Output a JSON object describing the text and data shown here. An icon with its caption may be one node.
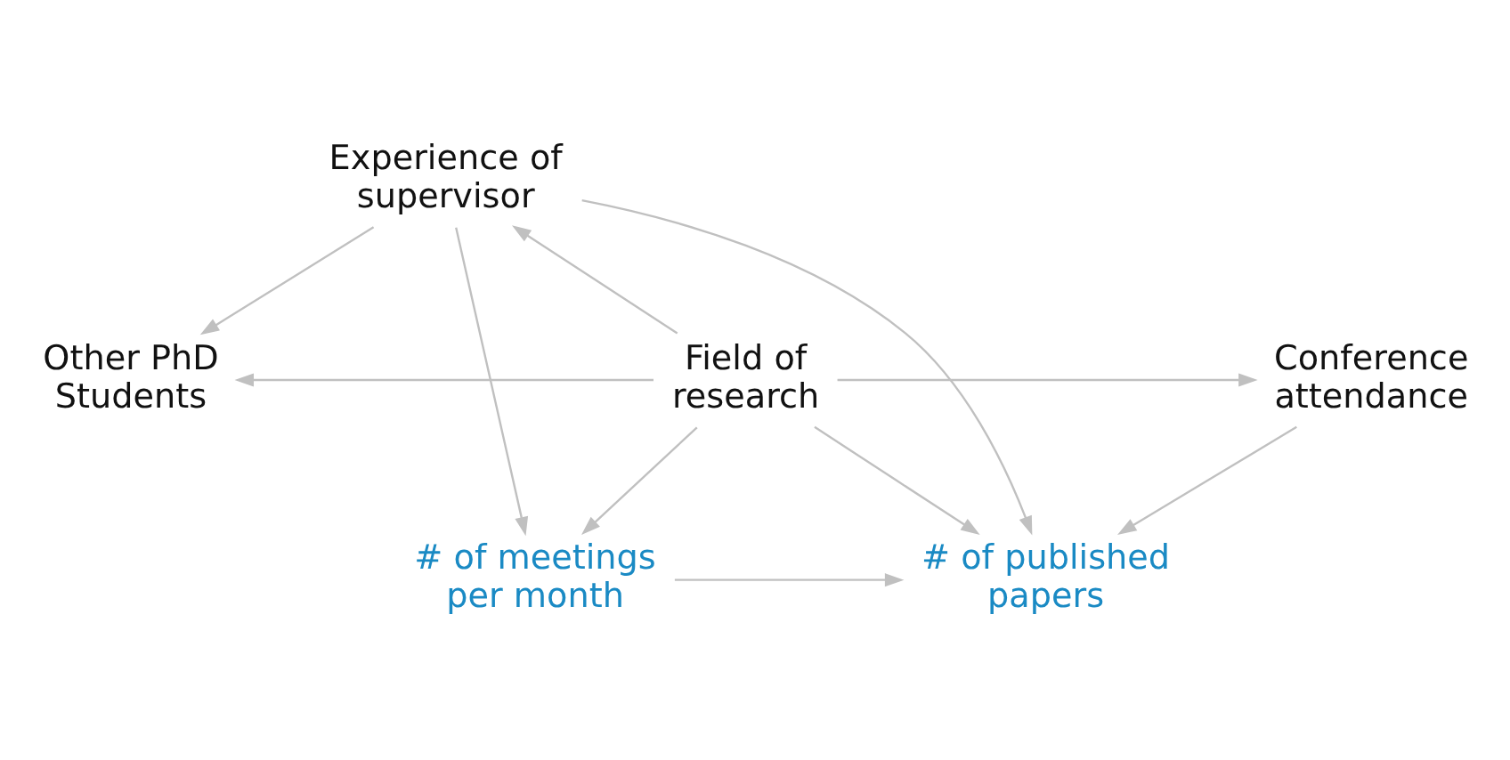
{
  "diagram": {
    "nodes": [
      {
        "text": [
          "Experience of supervisor"
        ]
      },
      {
        "text": [
          "Other PhD Students"
        ]
      },
      {
        "text": [
          "Conference attendance"
        ]
      },
      {
        "text": [
          "Field of research"
        ]
      },
      {
        "text": [
          "# of meetings per month"
        ]
      },
      {
        "text": [
          "# of published papers"
        ]
      }
    ],
    "edges": [
      {
        "from": 0,
        "to": 1,
        "arrow": "to"
      },
      {
        "from": 3,
        "to": 0,
        "arrow": "to"
      },
      {
        "from": 0,
        "to": 4,
        "arrow": "to"
      },
      {
        "from": 0,
        "to": 5,
        "arrow": "to"
      },
      {
        "from": 3,
        "to": 1,
        "arrow": "to"
      },
      {
        "from": 3,
        "to": 2,
        "arrow": "to"
      },
      {
        "from": 3,
        "to": 4,
        "arrow": "to"
      },
      {
        "from": 3,
        "to": 5,
        "arrow": "to"
      },
      {
        "from": 2,
        "to": 5,
        "arrow": "to"
      },
      {
        "from": 4,
        "to": 5,
        "arrow": "to"
      }
    ]
  }
}
